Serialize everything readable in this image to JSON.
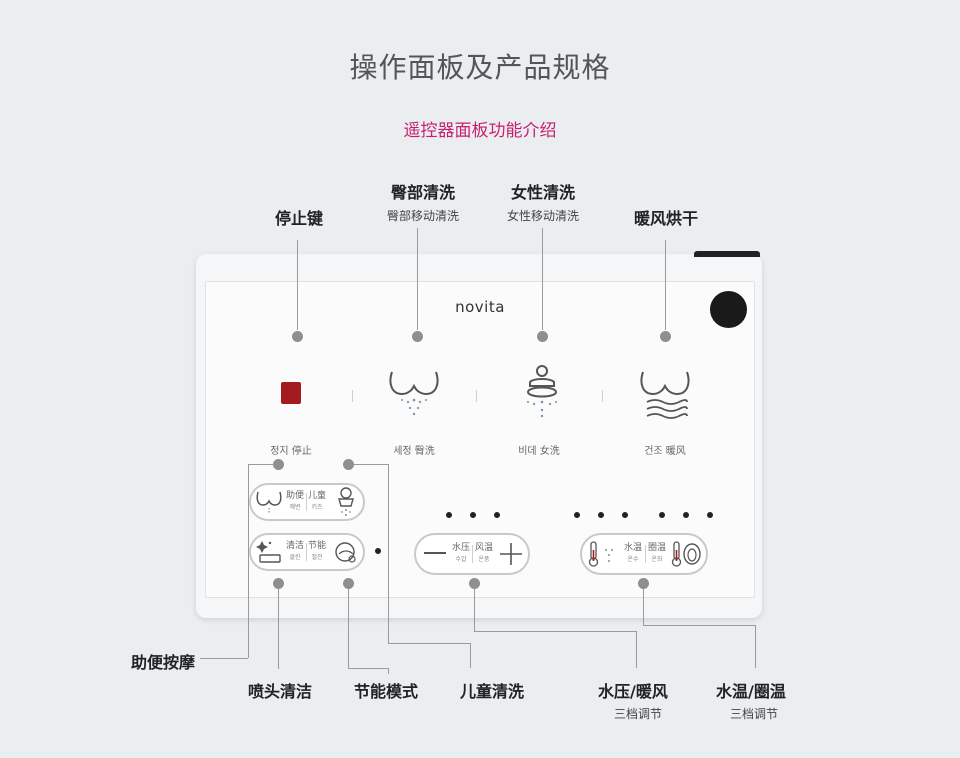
{
  "header": {
    "title": "操作面板及产品规格",
    "subtitle": "遥控器面板功能介绍"
  },
  "callouts_top": {
    "stop": {
      "label": "停止键"
    },
    "hip": {
      "label": "臀部清洗",
      "sub": "臀部移动清洗"
    },
    "female": {
      "label": "女性清洗",
      "sub": "女性移动清洗"
    },
    "dry": {
      "label": "暖风烘干"
    }
  },
  "panel": {
    "brand": "novita",
    "buttons": {
      "stop_label": "정지 停止",
      "hip_label": "세정 臀洗",
      "female_label": "비데 女洗",
      "dry_label": "건조 暖风"
    },
    "pills": {
      "assist": {
        "cn": "助便",
        "kr": "쾌변"
      },
      "kids": {
        "cn": "儿童",
        "kr": "키즈"
      },
      "clean": {
        "cn": "清洁",
        "kr": "클린"
      },
      "eco": {
        "cn": "节能",
        "kr": "절전"
      },
      "pressure": {
        "cn": "水压",
        "kr": "수압"
      },
      "wind": {
        "cn": "风温",
        "kr": "온풍"
      },
      "watertemp": {
        "cn": "水温",
        "kr": "온수"
      },
      "seattemp": {
        "cn": "圈温",
        "kr": "온좌"
      }
    }
  },
  "callouts_bottom": {
    "massage": {
      "label": "助便按摩"
    },
    "nozzle": {
      "label": "喷头清洁"
    },
    "eco": {
      "label": "节能模式"
    },
    "kids": {
      "label": "儿童清洗"
    },
    "pressure": {
      "label": "水压/暖风",
      "sub": "三档调节"
    },
    "temp": {
      "label": "水温/圈温",
      "sub": "三档调节"
    }
  },
  "colors": {
    "accent": "#c8206e",
    "stop_button": "#a31a1f"
  }
}
